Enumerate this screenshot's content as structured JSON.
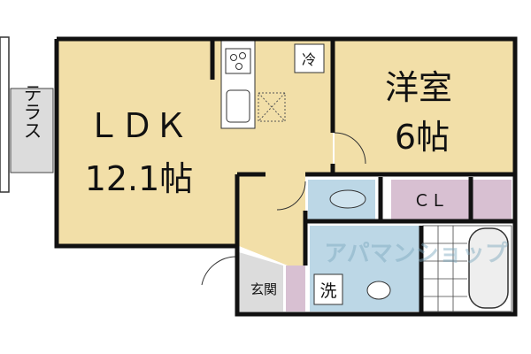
{
  "rooms": {
    "ldk": {
      "name": "ＬＤＫ",
      "size": "12.1帖"
    },
    "western": {
      "name": "洋室",
      "size": "6帖"
    },
    "closet": {
      "name": "ＣＬ"
    },
    "entrance": {
      "name": "玄関"
    },
    "terrace": {
      "name": "テラス"
    },
    "fridge": {
      "name": "冷"
    },
    "washer": {
      "name": "洗"
    }
  },
  "watermark": "アパマンショップ",
  "colors": {
    "living": "#f2dfa8",
    "wet": "#bcd7e6",
    "closet": "#d8c0d2",
    "entrance": "#dcdcdc",
    "wall": "#111111"
  }
}
